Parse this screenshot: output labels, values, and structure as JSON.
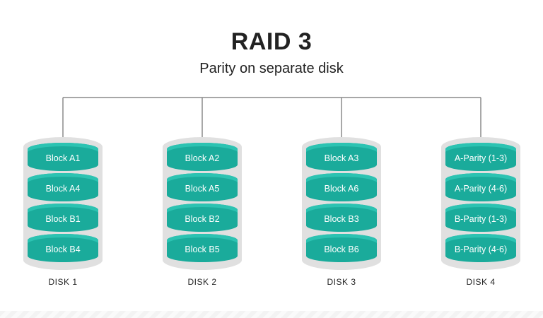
{
  "title": "RAID 3",
  "subtitle": "Parity on separate disk",
  "colors": {
    "block": "#1aab9b",
    "block_highlight": "#2cc3b2",
    "disk_shell": "#e0e0e0",
    "connector": "#8a8a8a",
    "text": "#222222"
  },
  "disks": [
    {
      "label": "DISK 1",
      "blocks": [
        "Block A1",
        "Block A4",
        "Block B1",
        "Block B4"
      ]
    },
    {
      "label": "DISK 2",
      "blocks": [
        "Block A2",
        "Block A5",
        "Block B2",
        "Block B5"
      ]
    },
    {
      "label": "DISK 3",
      "blocks": [
        "Block A3",
        "Block A6",
        "Block B3",
        "Block B6"
      ]
    },
    {
      "label": "DISK 4",
      "blocks": [
        "A-Parity (1-3)",
        "A-Parity (4-6)",
        "B-Parity (1-3)",
        "B-Parity (4-6)"
      ]
    }
  ]
}
